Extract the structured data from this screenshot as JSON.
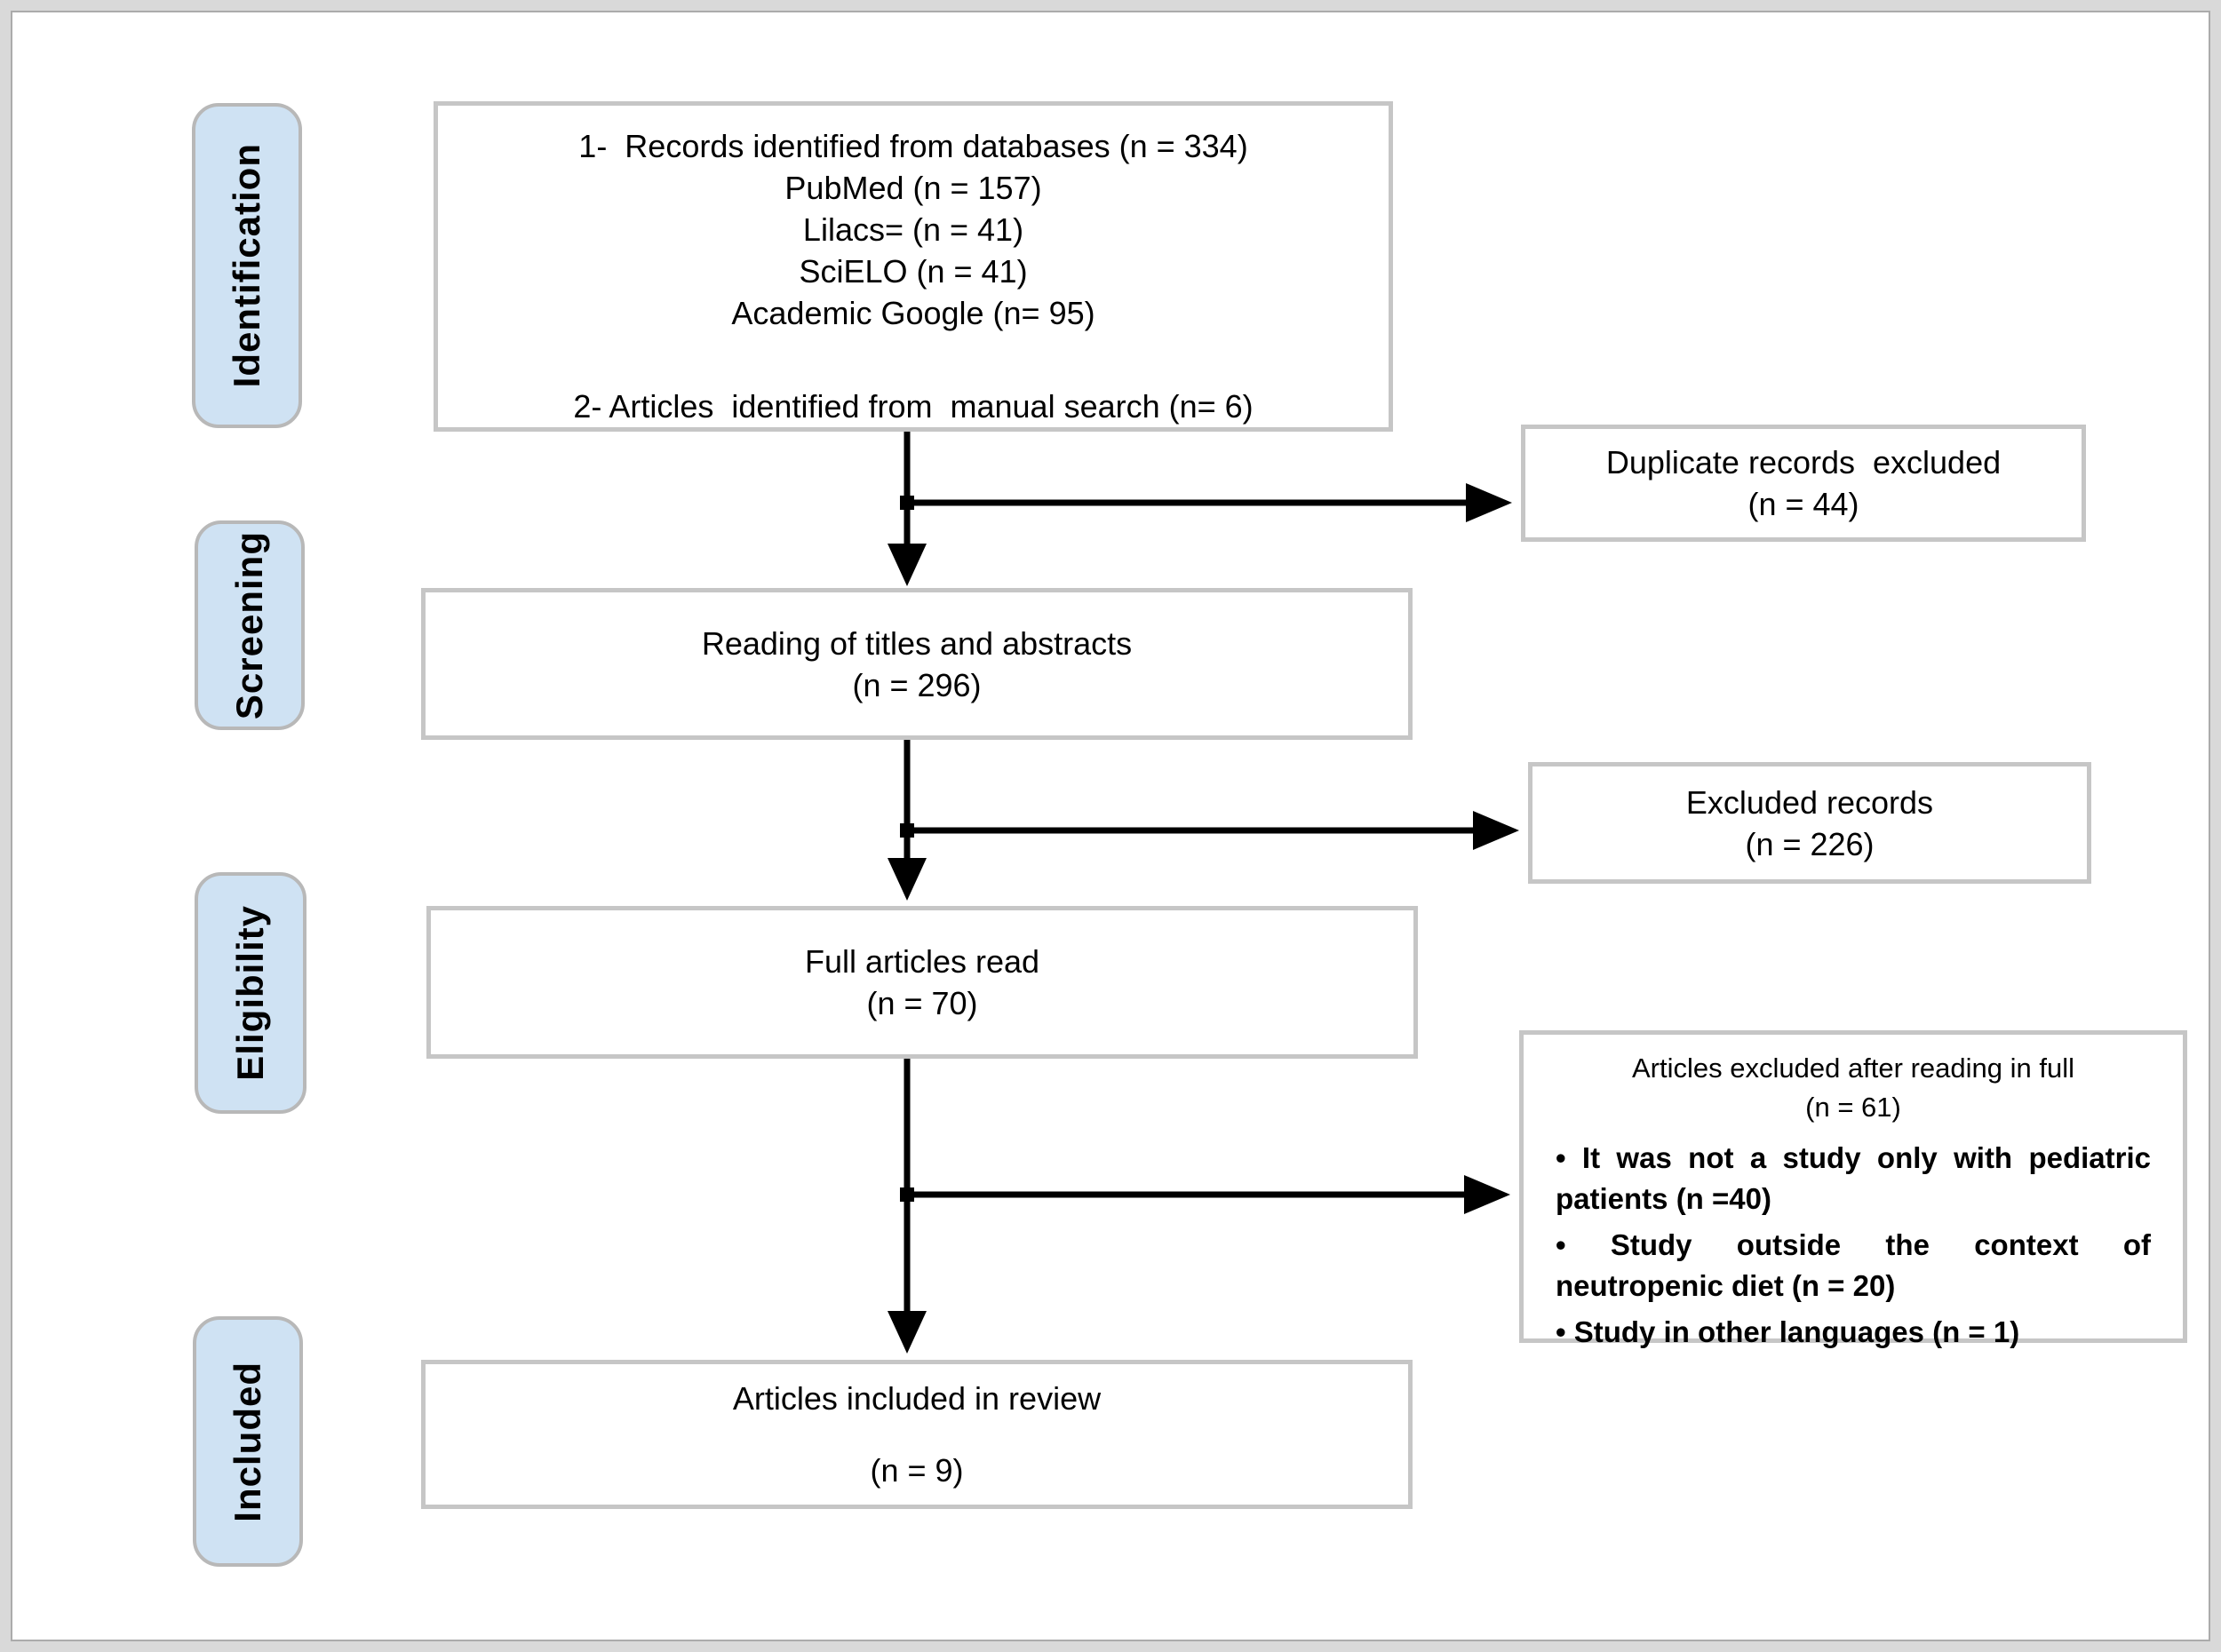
{
  "figure": {
    "type": "prisma-flow-diagram",
    "stages": [
      {
        "label": "Identification"
      },
      {
        "label": "Screening"
      },
      {
        "label": "Eligibility"
      },
      {
        "label": "Included"
      }
    ],
    "boxes": {
      "records_identified": {
        "lines": [
          "1-  Records identified from databases (n = 334)",
          "PubMed (n = 157)",
          "Lilacs= (n = 41)",
          "SciELO (n = 41)",
          "Academic Google (n= 95)",
          "",
          "2- Articles  identified from  manual search (n= 6)"
        ]
      },
      "reading_titles": {
        "lines": [
          "Reading of titles and abstracts",
          "(n = 296)"
        ]
      },
      "full_articles": {
        "lines": [
          "Full articles read",
          "(n = 70)"
        ]
      },
      "included_review": {
        "lines": [
          "Articles included in review",
          "(n = 9)"
        ]
      },
      "duplicates_excluded": {
        "lines": [
          "Duplicate records  excluded",
          "(n = 44)"
        ]
      },
      "records_excluded": {
        "lines": [
          "Excluded records",
          "(n = 226)"
        ]
      },
      "fulltext_excluded": {
        "title": "Articles excluded after reading in full",
        "count": "(n = 61)",
        "bullets": [
          {
            "lines": [
              "• It was not a study only with pediatric",
              "patients (n =40)"
            ]
          },
          {
            "lines": [
              "• Study outside the context of",
              "neutropenic diet (n = 20)"
            ]
          },
          {
            "lines": [
              "• Study in other languages (n = 1)"
            ]
          }
        ]
      }
    },
    "colors": {
      "stage_fill": "#cfe2f3",
      "stage_border": "#b8b8b8",
      "box_border": "#c6c6c6",
      "box_fill": "#ffffff",
      "arrow": "#000000",
      "frame": "#d9d9d9",
      "frame_line": "#ababab",
      "text": "#000000"
    }
  }
}
